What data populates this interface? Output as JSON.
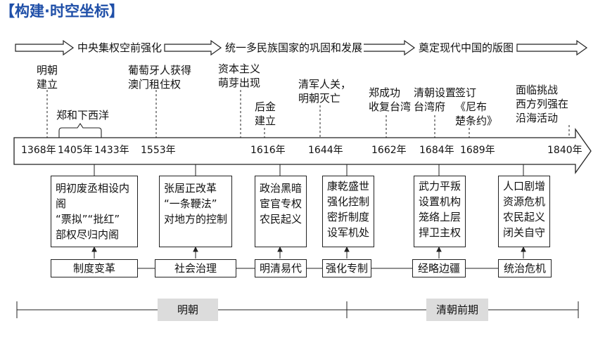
{
  "title": "【构建·时空坐标】",
  "stages": [
    "中央集权空前强化",
    "统一多民族国家的巩固和发展",
    "奠定现代中国的版图"
  ],
  "events": [
    {
      "text": "明朝\n建立"
    },
    {
      "text": "郑和下西洋"
    },
    {
      "text": "葡萄牙人获得\n澳门租住权"
    },
    {
      "text": "资本主义\n萌芽出现"
    },
    {
      "text": "后金\n建立"
    },
    {
      "text": "清军人关，\n明朝灭亡"
    },
    {
      "text": "郑成功\n收复台湾"
    },
    {
      "text": "清朝设置\n台湾府"
    },
    {
      "text": "签订\n《尼布\n楚条约》"
    },
    {
      "text": "面临挑战\n西方列强在\n沿海活动"
    }
  ],
  "years": [
    "1368年",
    "1405年",
    "1433年",
    "1553年",
    "1616年",
    "1644年",
    "1662年",
    "1684年",
    "1689年",
    "1840年"
  ],
  "boxes": [
    {
      "text": "明初废丞相设内阁\n“票拟”“批红”\n部权尽归内阁"
    },
    {
      "text": "张居正改革\n“一条鞭法”\n对地方的控制"
    },
    {
      "text": "政治黑暗\n宦官专权\n农民起义"
    },
    {
      "text": "康乾盛世\n强化控制\n密折制度\n设军机处"
    },
    {
      "text": "武力平叛\n设置机构\n笼络上层\n捍卫主权"
    },
    {
      "text": "人口剧增\n资源危机\n农民起义\n闭关自守"
    }
  ],
  "categories": [
    "制度变革",
    "社会治理",
    "明清易代",
    "强化专制",
    "经略边疆",
    "统治危机"
  ],
  "eras": [
    "明朝",
    "清朝前期"
  ],
  "colors": {
    "title": "#1f4fa8",
    "era_bg": "#dcdcdc"
  }
}
